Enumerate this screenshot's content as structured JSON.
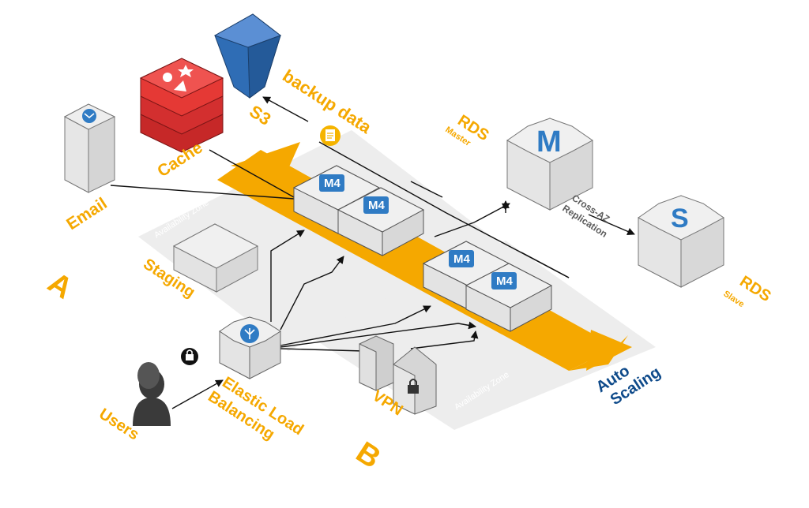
{
  "labels": {
    "backup_data": "backup data",
    "s3": "S3",
    "cache": "Cache",
    "email": "Email",
    "rds_master_title": "RDS",
    "rds_master_sub": "Master",
    "rds_slave_title": "RDS",
    "rds_slave_sub": "Slave",
    "cross_az_line1": "Cross-AZ",
    "cross_az_line2": "Replication",
    "staging": "Staging",
    "zone_a": "A",
    "zone_b": "B",
    "availability_zone_a": "Availability Zone",
    "availability_zone_b": "Availability Zone",
    "elb_line1": "Elastic Load",
    "elb_line2": "Balancing",
    "users": "Users",
    "vpn": "VPN",
    "auto_scaling_line1": "Auto",
    "auto_scaling_line2": "Scaling"
  },
  "instances": [
    "M4",
    "M4",
    "M4",
    "M4"
  ],
  "icons": {
    "rds_master_letter": "M",
    "rds_slave_letter": "S"
  },
  "colors": {
    "accent_orange": "#F5A800",
    "auto_scaling_navy": "#0E4A8A",
    "cache_red": "#D32F2F",
    "s3_blue": "#2F6DB5",
    "instance_badge_blue": "#2F7BC4",
    "zone_grey": "#EDEDED",
    "box_grey": "#DADADA"
  }
}
